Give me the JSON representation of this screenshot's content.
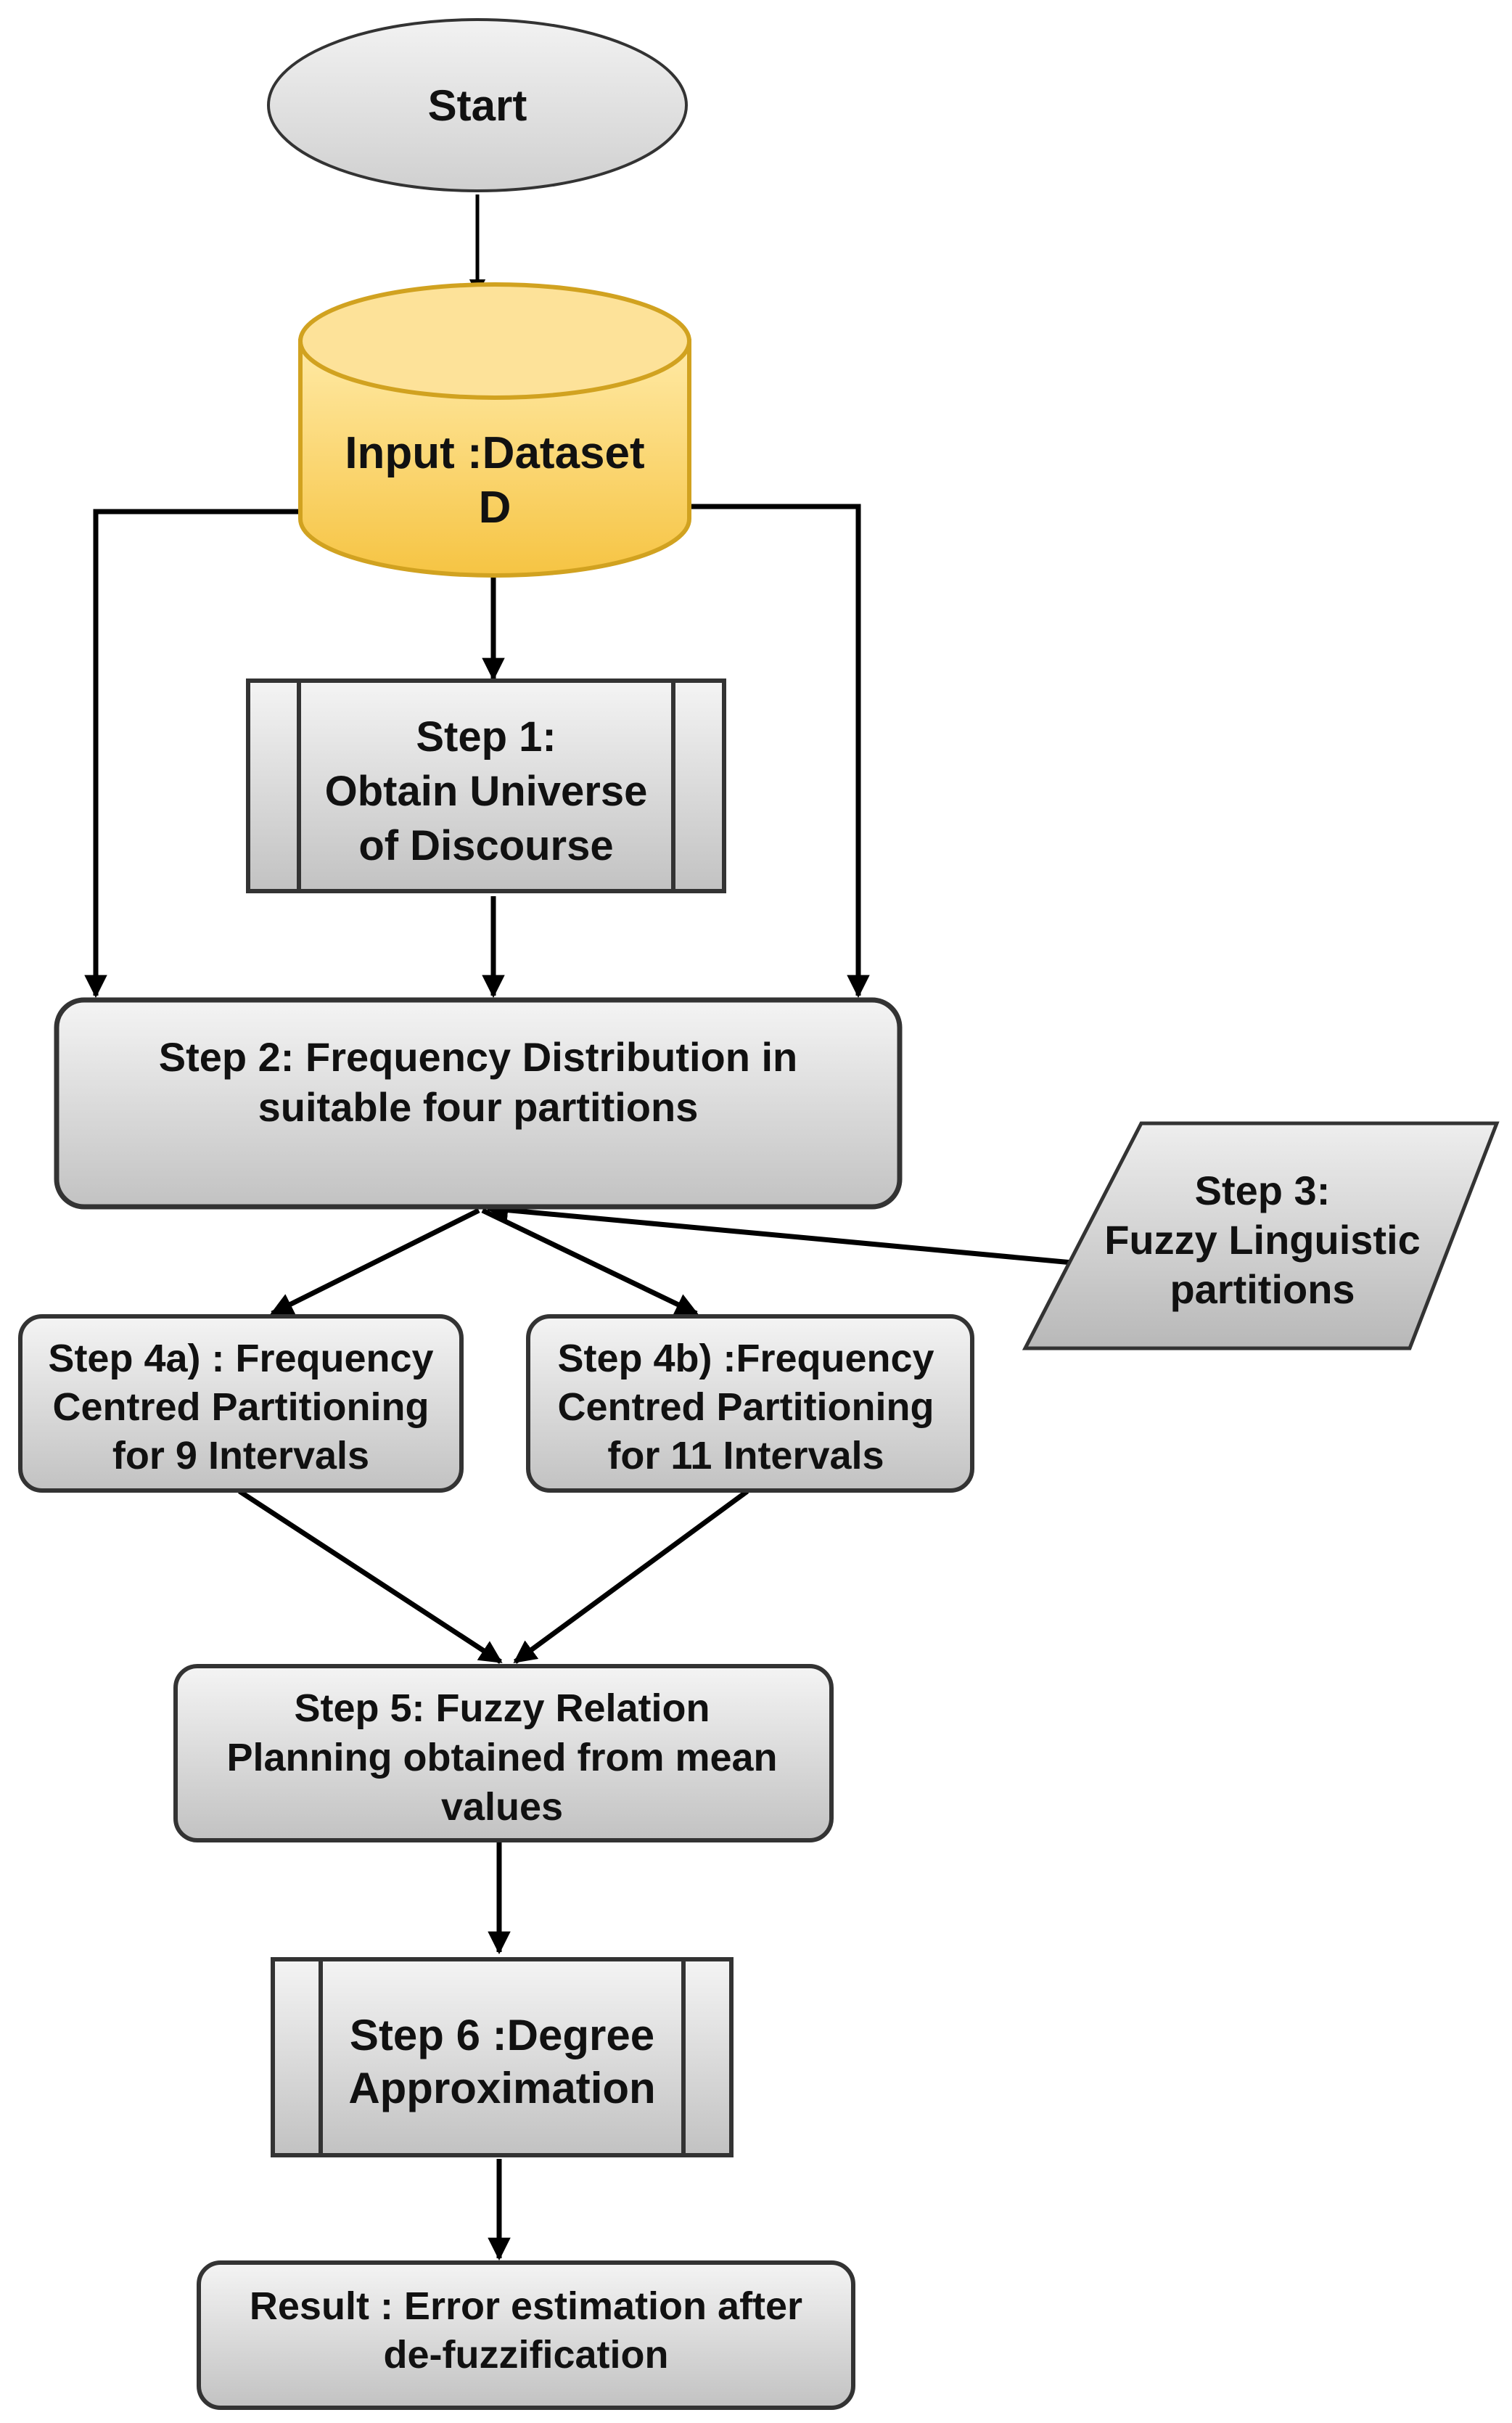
{
  "diagram": {
    "start": {
      "label": "Start"
    },
    "input": {
      "lines": [
        "Input :Dataset",
        "D"
      ]
    },
    "step1": {
      "lines": [
        "Step 1:",
        "Obtain Universe",
        "of Discourse"
      ]
    },
    "step2": {
      "lines": [
        "Step 2: Frequency Distribution in",
        "suitable four partitions"
      ]
    },
    "step3": {
      "lines": [
        "Step 3:",
        "Fuzzy Linguistic",
        "partitions"
      ]
    },
    "step4a": {
      "lines": [
        "Step 4a) : Frequency",
        "Centred Partitioning",
        "for 9 Intervals"
      ]
    },
    "step4b": {
      "lines": [
        "Step 4b) :Frequency",
        "Centred Partitioning",
        "for 11 Intervals"
      ]
    },
    "step5": {
      "lines": [
        "Step 5: Fuzzy Relation",
        "Planning obtained from mean",
        "values"
      ]
    },
    "step6": {
      "lines": [
        "Step 6 :Degree",
        "Approximation"
      ]
    },
    "result": {
      "lines": [
        "Result : Error estimation after",
        "de-fuzzification"
      ]
    }
  },
  "colors": {
    "process_fill_top": "#f2f2f2",
    "process_fill_bottom": "#c4c4c4",
    "input_fill_top": "#ffe699",
    "input_fill_bottom": "#f7c748",
    "input_stroke": "#d6a41f",
    "stroke": "#333333",
    "arrow": "#000000"
  },
  "shapes": {
    "start": "ellipse",
    "input": "cylinder",
    "step1": "predefined-process",
    "step2": "rounded-rectangle",
    "step3": "parallelogram",
    "step4a": "rounded-rectangle",
    "step4b": "rounded-rectangle",
    "step5": "rounded-rectangle",
    "step6": "predefined-process",
    "result": "rounded-rectangle"
  }
}
